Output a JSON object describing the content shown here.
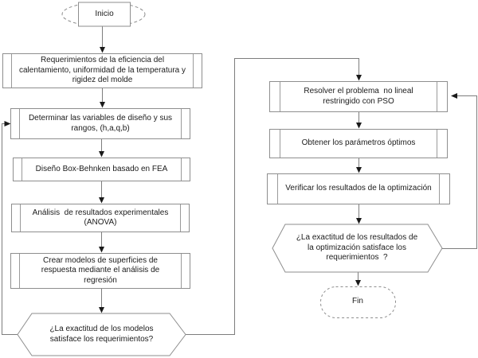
{
  "diagram": {
    "kind": "flowchart",
    "colors": {
      "background": "#ffffff",
      "shape_border": "#8e8e8e",
      "side_bar": "#9a9a9a",
      "connector": "#7d7d7d",
      "arrowhead": "#1a1a1a",
      "text": "#1b1b1b"
    },
    "nodes": {
      "inicio": {
        "shape": "terminator",
        "label": "Inicio"
      },
      "requerimientos": {
        "shape": "predefined-process",
        "label": "Requerimientos de la eficiencia del\ncalentamiento, uniformidad de la temperatura y\nrigidez del molde"
      },
      "variables": {
        "shape": "predefined-process",
        "label": "Determinar las variables de diseño y sus\nrangos, (h,a,q,b)"
      },
      "box_behnken": {
        "shape": "predefined-process",
        "label": "Diseño Box-Behnken basado en FEA"
      },
      "anova": {
        "shape": "predefined-process",
        "label": "Análisis  de resultados experimentales\n(ANOVA)"
      },
      "superficies": {
        "shape": "predefined-process",
        "label": "Crear modelos de superficies de\nrespuesta mediante el análisis de\nregresión"
      },
      "decision_modelos": {
        "shape": "decision-hexagon",
        "label": "¿La exactitud de los modelos\nsatisface los requerimientos?"
      },
      "pso": {
        "shape": "predefined-process",
        "label": "Resolver el problema  no lineal\nrestringido con PSO"
      },
      "parametros": {
        "shape": "predefined-process",
        "label": "Obtener los parámetros óptimos"
      },
      "verificar": {
        "shape": "predefined-process",
        "label": "Verificar los resultados de la optimización"
      },
      "decision_optimizacion": {
        "shape": "decision-hexagon",
        "label": "¿La exactitud de los resultados de\nla optimización satisface los\nrequerimientos  ?"
      },
      "fin": {
        "shape": "terminator",
        "label": "Fin"
      }
    },
    "edges": [
      {
        "from": "inicio",
        "to": "requerimientos"
      },
      {
        "from": "requerimientos",
        "to": "variables"
      },
      {
        "from": "variables",
        "to": "box_behnken"
      },
      {
        "from": "box_behnken",
        "to": "anova"
      },
      {
        "from": "anova",
        "to": "superficies"
      },
      {
        "from": "superficies",
        "to": "decision_modelos"
      },
      {
        "from": "decision_modelos",
        "to": "variables"
      },
      {
        "from": "decision_modelos",
        "to": "pso"
      },
      {
        "from": "pso",
        "to": "parametros"
      },
      {
        "from": "parametros",
        "to": "verificar"
      },
      {
        "from": "verificar",
        "to": "decision_optimizacion"
      },
      {
        "from": "decision_optimizacion",
        "to": "fin"
      },
      {
        "from": "decision_optimizacion",
        "to": "pso"
      }
    ]
  }
}
